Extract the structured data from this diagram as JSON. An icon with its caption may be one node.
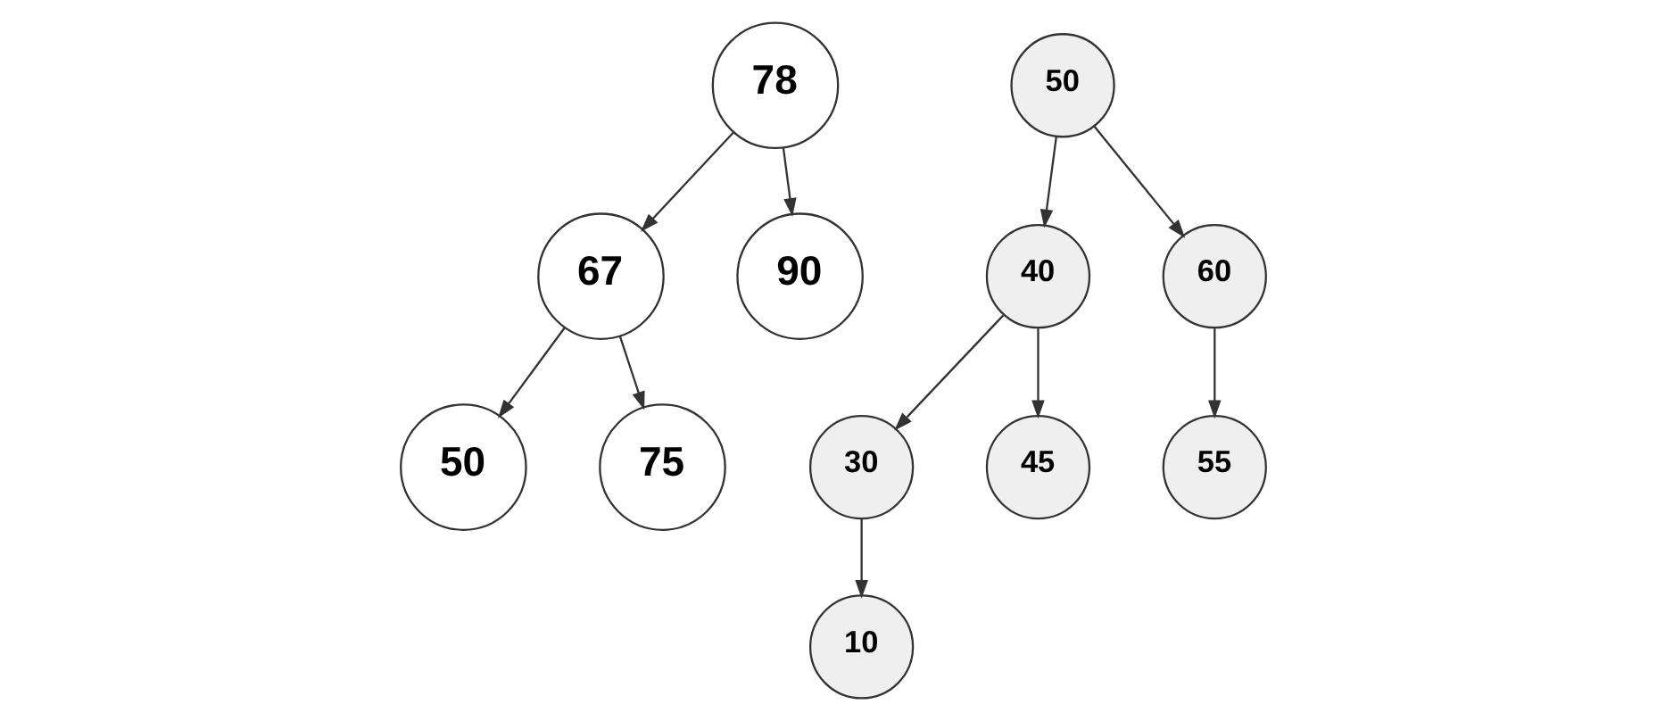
{
  "diagram": {
    "nodes": [
      {
        "text": [
          "78"
        ]
      },
      {
        "text": [
          "67"
        ]
      },
      {
        "text": [
          "90"
        ]
      },
      {
        "text": [
          "50"
        ]
      },
      {
        "text": [
          "75"
        ]
      },
      {
        "text": [
          "50"
        ]
      },
      {
        "text": [
          "40"
        ]
      },
      {
        "text": [
          "60"
        ]
      },
      {
        "text": [
          "30"
        ]
      },
      {
        "text": [
          "45"
        ]
      },
      {
        "text": [
          "55"
        ]
      },
      {
        "text": [
          "10"
        ]
      }
    ],
    "edges": [
      {
        "from": 0,
        "to": 1,
        "arrow": "to"
      },
      {
        "from": 0,
        "to": 2,
        "arrow": "to"
      },
      {
        "from": 1,
        "to": 3,
        "arrow": "to"
      },
      {
        "from": 1,
        "to": 4,
        "arrow": "to"
      },
      {
        "from": 5,
        "to": 6,
        "arrow": "to"
      },
      {
        "from": 5,
        "to": 7,
        "arrow": "to"
      },
      {
        "from": 6,
        "to": 8,
        "arrow": "to"
      },
      {
        "from": 6,
        "to": 9,
        "arrow": "to"
      },
      {
        "from": 7,
        "to": 10,
        "arrow": "to"
      },
      {
        "from": 8,
        "to": 11,
        "arrow": "to"
      }
    ]
  }
}
